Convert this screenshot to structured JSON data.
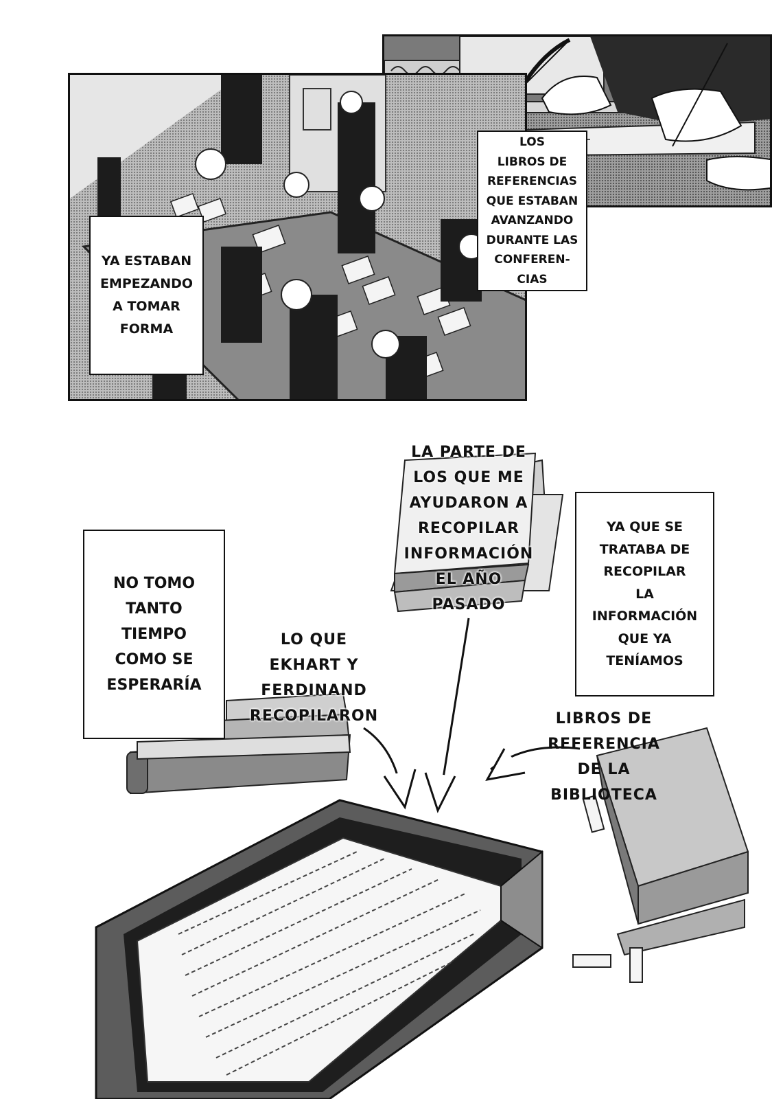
{
  "top": {
    "caption_left": "YA ESTABAN\nEMPEZANDO\nA TOMAR\nFORMA",
    "caption_right": "LOS\nLIBROS DE\nREFERENCIAS\nQUE ESTABAN\nAVANZANDO\nDURANTE LAS\nCONFEREN-\nCIAS"
  },
  "bottom": {
    "caption_time": "NO TOMO\nTANTO\nTIEMPO\nCOMO SE\nESPERARÍA",
    "caption_compile": "YA QUE SE\nTRATABA DE\nRECOPILAR\nLA\nINFORMACIÓN\nQUE YA\nTENÍAMOS",
    "label_last_year": "LA PARTE DE\nLOS QUE ME\nAYUDARON A\nRECOPILAR\nINFORMACIÓN\nEL AÑO\nPASADO",
    "label_ekhart": "LO QUE\nEKHART Y\nFERDINAND\nRECOPILARON",
    "label_library": "LIBROS DE\nREFERENCIA\nDE LA\nBIBLIOTECA"
  }
}
